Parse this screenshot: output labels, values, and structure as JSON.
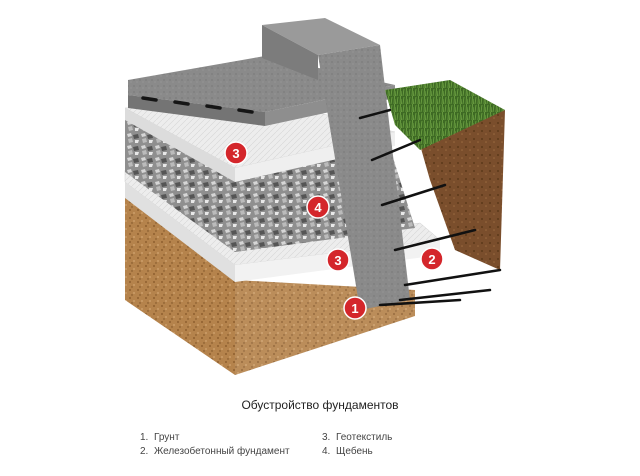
{
  "caption": "Обустройство фундаментов",
  "legend": [
    {
      "num": "1.",
      "label": "Грунт"
    },
    {
      "num": "2.",
      "label": "Железобетонный фундамент"
    },
    {
      "num": "3.",
      "label": "Геотекстиль"
    },
    {
      "num": "4.",
      "label": "Щебень"
    }
  ],
  "markers": {
    "m3a": "3",
    "m4": "4",
    "m3b": "3",
    "m2": "2",
    "m1": "1"
  },
  "colors": {
    "marker": "#d4262b",
    "soil": "#b5834c",
    "concrete": "#8c8c8c",
    "gravel": "#9a9a9a",
    "geotextile": "#ececec",
    "grass": "#4d7a2e"
  }
}
